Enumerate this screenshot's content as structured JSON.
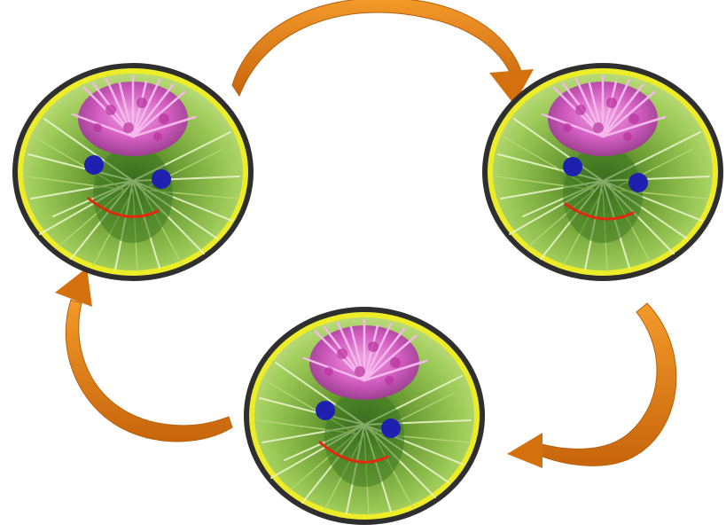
{
  "diagram": {
    "kind": "cycle",
    "node_count": 3,
    "nodes": [
      {
        "id": "top-left",
        "image": "thistle-face"
      },
      {
        "id": "top-right",
        "image": "thistle-face"
      },
      {
        "id": "bottom-center",
        "image": "thistle-face"
      }
    ],
    "edges": [
      {
        "from": "top-left",
        "to": "top-right"
      },
      {
        "from": "top-right",
        "to": "bottom-center"
      },
      {
        "from": "bottom-center",
        "to": "top-left"
      }
    ],
    "colors": {
      "arrow": "#e07a10",
      "arrow_dark": "#a9530a",
      "frame_outer": "#2f2f2f",
      "frame_inner": "#ecec28",
      "foliage": "#8fbf45",
      "flower": "#d25cc0",
      "eye": "#1f1fb0",
      "mouth": "#e02a10"
    }
  }
}
